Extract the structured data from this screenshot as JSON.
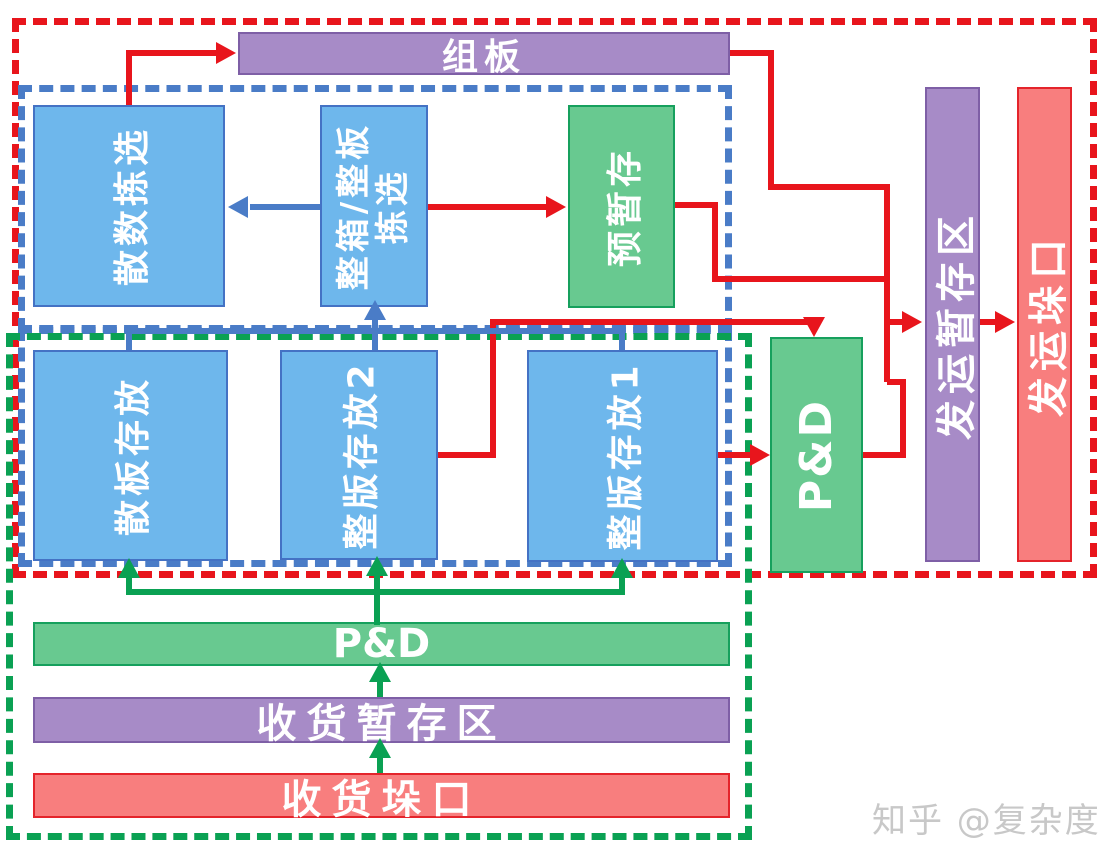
{
  "palette": {
    "line_red": "#e8151c",
    "line_blue": "#4a7cc7",
    "line_green": "#0aa153",
    "box_blue_fill": "#6eb7ec",
    "box_blue_border": "#4472c4",
    "box_purple_fill": "#a78bc7",
    "box_purple_border": "#7e5fa6",
    "box_green_fill": "#68c990",
    "box_green_border": "#16a05d",
    "box_pink_fill": "#f87e7e",
    "box_pink_border": "#e4242b",
    "watermark_gray": "#c8c8c8"
  },
  "nodes": {
    "board_assembly": {
      "label": "组板"
    },
    "loose_picking": {
      "label": "散数拣选"
    },
    "full_case_picking": {
      "lines": [
        "整箱/整板",
        "拣选"
      ]
    },
    "pre_staging": {
      "label": "预暂存"
    },
    "loose_board_storage": {
      "label": "散板存放"
    },
    "full_board_storage_2": {
      "label": "整版存放2"
    },
    "full_board_storage_1": {
      "label": "整版存放1"
    },
    "pd_vertical": {
      "label": "P&D"
    },
    "shipping_staging": {
      "label": "发运暂存区"
    },
    "shipping_dock": {
      "label": "发运垛口"
    },
    "pd_horizontal": {
      "label": "P&D"
    },
    "receiving_staging": {
      "label": "收货暂存区"
    },
    "receiving_dock": {
      "label": "收货垛口"
    }
  },
  "watermark": {
    "text": "知乎 @复杂度"
  }
}
